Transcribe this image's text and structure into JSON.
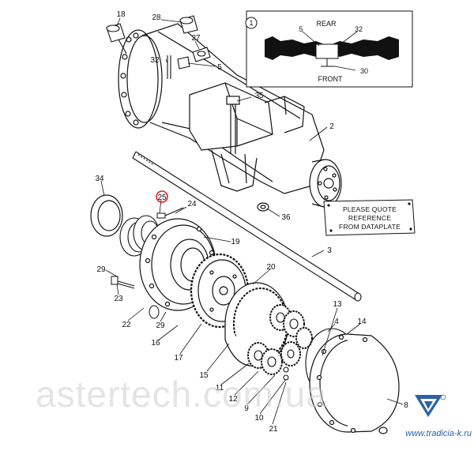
{
  "inset": {
    "number": "1",
    "rear_label": "REAR",
    "front_label": "FRONT",
    "labels": [
      "5",
      "32",
      "30"
    ]
  },
  "note": {
    "line1": "PLEASE QUOTE",
    "line2": "REFERENCE",
    "line3": "FROM DATAPLATE"
  },
  "parts": {
    "p18": "18",
    "p28": "28",
    "p27": "27",
    "p32": "32",
    "p5": "5",
    "p35": "35",
    "p2": "2",
    "p36": "36",
    "p34": "34",
    "p25": "25",
    "p24": "24",
    "p19": "19",
    "p3": "3",
    "p29": "29",
    "p23": "23",
    "p22": "22",
    "p29b": "29",
    "p16": "16",
    "p17": "17",
    "p20": "20",
    "p15": "15",
    "p11": "11",
    "p12": "12",
    "p9": "9",
    "p10": "10",
    "p13": "13",
    "p4": "4",
    "p14": "14",
    "p8": "8",
    "p21": "21"
  },
  "watermark": "astertech.com.ua",
  "brand": "www.tradicia-k.ru",
  "colors": {
    "ink": "#111111",
    "highlight": "#e02020",
    "brand": "#2b5fa8"
  }
}
